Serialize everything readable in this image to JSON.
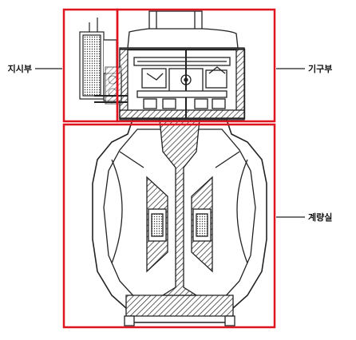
{
  "labels": {
    "indicator": "지시부",
    "mechanism": "기구부",
    "measuring_chamber": "계량실"
  },
  "colors": {
    "highlight_box": "#e0141e",
    "drawing_line": "#222222",
    "background": "#ffffff"
  },
  "icons": {
    "region_frame": "red-rectangle-frame",
    "leader_line": "horizontal-line"
  }
}
